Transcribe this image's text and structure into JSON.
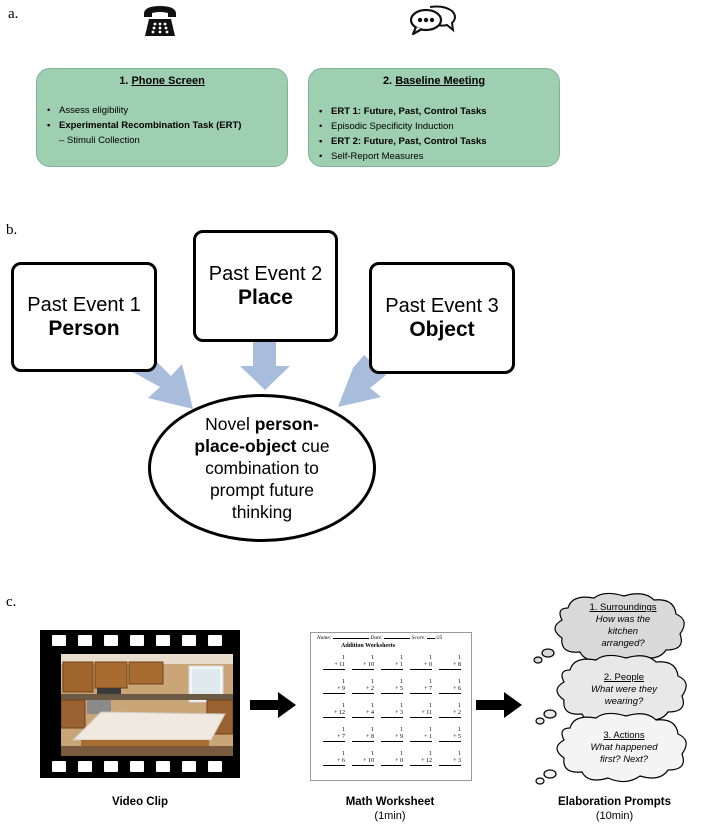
{
  "panels": {
    "a": "a.",
    "b": "b.",
    "c": "c."
  },
  "panel_a": {
    "icons": [
      "telephone-icon",
      "chat-bubbles-icon"
    ],
    "box1": {
      "number": "1.",
      "title": "Phone Screen",
      "items": [
        {
          "bullet": "•",
          "text": "Assess eligibility"
        },
        {
          "bullet": "•",
          "text": "Experimental Recombination Task (ERT)"
        },
        {
          "bullet": "",
          "text": "– Stimuli Collection"
        }
      ]
    },
    "box2": {
      "number": "2.",
      "title": "Baseline Meeting",
      "items": [
        {
          "bullet": "•",
          "text": "ERT 1: Future, Past, Control Tasks"
        },
        {
          "bullet": "•",
          "text": "Episodic Specificity Induction"
        },
        {
          "bullet": "•",
          "text": "ERT 2: Future, Past, Control Tasks"
        },
        {
          "bullet": "•",
          "text": "Self-Report Measures"
        }
      ]
    },
    "colors": {
      "box_fill": "#9ecfb0",
      "box_border": "#7fb393"
    }
  },
  "panel_b": {
    "event1": {
      "line1": "Past Event 1",
      "line2": "Person"
    },
    "event2": {
      "line1": "Past Event 2",
      "line2": "Place"
    },
    "event3": {
      "line1": "Past Event 3",
      "line2": "Object"
    },
    "novel": {
      "pre": "Novel ",
      "bold": "person-place-object",
      "post": " cue combination to prompt future thinking"
    },
    "colors": {
      "arrow": "#a8bcdc"
    }
  },
  "panel_c": {
    "video_caption": "Video Clip",
    "worksheet": {
      "name_label": "Name:",
      "date_label": "Date:",
      "score_label": "Score:",
      "score_value": "/25",
      "title": "Addition Worksheets",
      "problems": [
        [
          [
            "1",
            "+ 11"
          ],
          [
            "1",
            "+ 10"
          ],
          [
            "1",
            "+ 1"
          ],
          [
            "1",
            "+ 0"
          ],
          [
            "1",
            "+ 8"
          ]
        ],
        [
          [
            "1",
            "+ 9"
          ],
          [
            "1",
            "+ 2"
          ],
          [
            "1",
            "+ 5"
          ],
          [
            "1",
            "+ 7"
          ],
          [
            "1",
            "+ 6"
          ]
        ],
        [
          [
            "1",
            "+ 12"
          ],
          [
            "1",
            "+ 4"
          ],
          [
            "1",
            "+ 3"
          ],
          [
            "1",
            "+ 11"
          ],
          [
            "1",
            "+ 2"
          ]
        ],
        [
          [
            "1",
            "+ 7"
          ],
          [
            "1",
            "+ 8"
          ],
          [
            "1",
            "+ 9"
          ],
          [
            "1",
            "+ 1"
          ],
          [
            "1",
            "+ 5"
          ]
        ],
        [
          [
            "1",
            "+ 6"
          ],
          [
            "1",
            "+ 10"
          ],
          [
            "1",
            "+ 0"
          ],
          [
            "1",
            "+ 12"
          ],
          [
            "1",
            "+ 3"
          ]
        ]
      ]
    },
    "worksheet_caption": "Math Worksheet",
    "worksheet_duration": "(1min)",
    "clouds": [
      {
        "heading": "1. Surroundings",
        "line1": "How was the",
        "line2": "kitchen",
        "line3": "arranged?"
      },
      {
        "heading": "2. People",
        "line1": "What were they",
        "line2": "wearing?",
        "line3": ""
      },
      {
        "heading": "3. Actions",
        "line1": "What happened",
        "line2": "first? Next?",
        "line3": ""
      }
    ],
    "prompts_caption": "Elaboration Prompts",
    "prompts_duration": "(10min)"
  }
}
